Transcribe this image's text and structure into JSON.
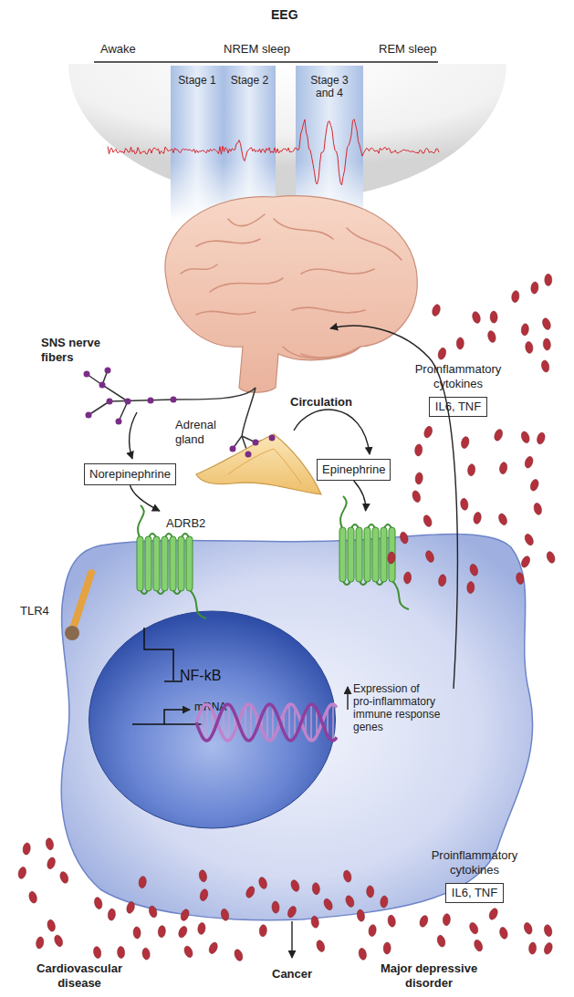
{
  "diagram": {
    "nodes": [
      {
        "text": [
          "Stage 1"
        ]
      },
      {
        "text": [
          "Stage 2"
        ]
      },
      {
        "text": [
          "Stage 3 and 4"
        ]
      },
      {
        "text": [
          "Norepinephrine"
        ]
      },
      {
        "text": [
          "Epinephrine"
        ]
      },
      {
        "text": [
          "Proinflammatory cytokines",
          "IL6, TNF"
        ]
      },
      {
        "text": [
          "Expression of pro-inflammatory immune response genes"
        ]
      },
      {
        "text": [
          "NF-kB",
          "mRNA"
        ],
        "in": 6
      },
      {
        "text": [
          "Proinflammatory cytokines",
          "IL6, TNF"
        ]
      }
    ],
    "edges": [
      {
        "from": 3,
        "to": 6,
        "arrow": "to"
      },
      {
        "from": 4,
        "to": 6,
        "arrow": "to"
      }
    ],
    "labels": [
      "EEG",
      "Awake",
      "NREM sleep",
      "REM sleep",
      "SNS nerve fibers",
      "Adrenal gland",
      "Circulation",
      "ADRB2",
      "TLR4",
      "Cardiovascular disease",
      "Cancer",
      "Major depressive disorder"
    ]
  }
}
